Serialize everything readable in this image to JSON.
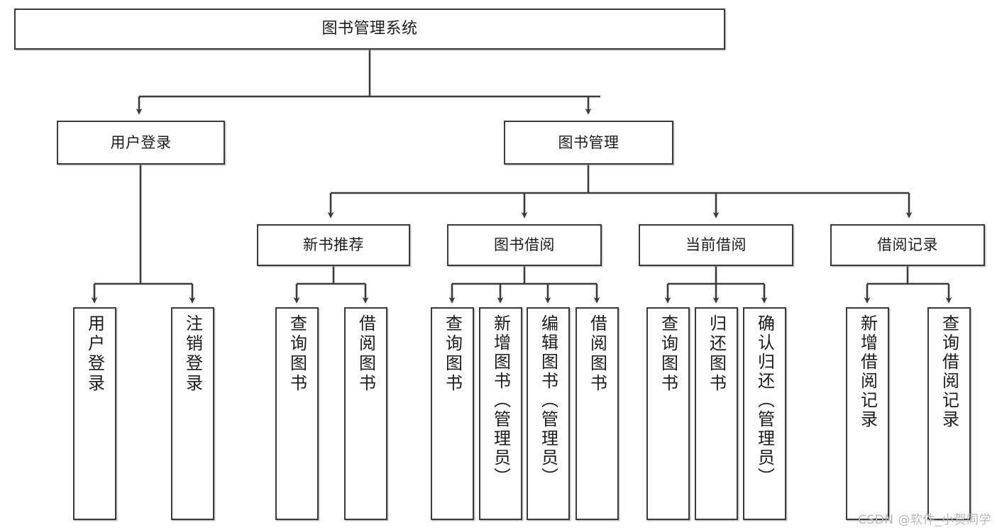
{
  "diagram": {
    "title": "图书管理系统",
    "type": "tree-hierarchy",
    "watermark": "CSDN @软件_小贺同学",
    "colors": {
      "box_border": "#3a3a3a",
      "box_fill": "#ffffff",
      "edge": "#3a3a3a",
      "text": "#1c1c1c",
      "watermark": "#b8b8b8"
    }
  },
  "nodes": {
    "root": {
      "label": "图书管理系统",
      "level": 0
    },
    "level2": [
      {
        "id": "user-login",
        "label": "用户登录"
      },
      {
        "id": "book-management",
        "label": "图书管理"
      }
    ],
    "level3": [
      {
        "id": "new-book-recommend",
        "label": "新书推荐"
      },
      {
        "id": "book-borrow",
        "label": "图书借阅"
      },
      {
        "id": "current-borrow",
        "label": "当前借阅"
      },
      {
        "id": "borrow-record",
        "label": "借阅记录"
      }
    ],
    "leaves": {
      "user_login": [
        {
          "id": "leaf-user-login",
          "label": "用户登录"
        },
        {
          "id": "leaf-logout-login",
          "label": "注销登录"
        }
      ],
      "new_book_recommend": [
        {
          "id": "leaf-query-book-1",
          "label": "查询图书"
        },
        {
          "id": "leaf-borrow-book-1",
          "label": "借阅图书"
        }
      ],
      "book_borrow": [
        {
          "id": "leaf-query-book-2",
          "label": "查询图书"
        },
        {
          "id": "leaf-add-book",
          "label": "新增图书（管理员）"
        },
        {
          "id": "leaf-edit-book",
          "label": "编辑图书（管理员）"
        },
        {
          "id": "leaf-borrow-book-2",
          "label": "借阅图书"
        }
      ],
      "current_borrow": [
        {
          "id": "leaf-query-book-3",
          "label": "查询图书"
        },
        {
          "id": "leaf-return-book",
          "label": "归还图书"
        },
        {
          "id": "leaf-confirm-return",
          "label": "确认归还（管理员）"
        }
      ],
      "borrow_record": [
        {
          "id": "leaf-add-borrow-record",
          "label": "新增借阅记录"
        },
        {
          "id": "leaf-query-borrow-record",
          "label": "查询借阅记录"
        }
      ]
    }
  }
}
